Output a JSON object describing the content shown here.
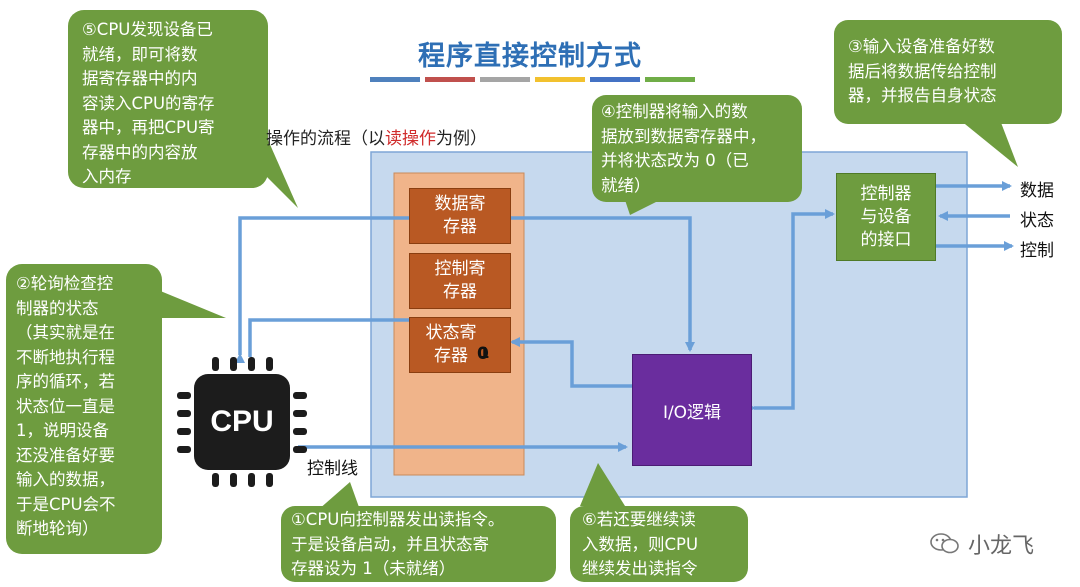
{
  "title": "程序直接控制方式",
  "title_bar_colors": [
    "#4f81bd",
    "#c0504d",
    "#a5a5a5",
    "#f2c12e",
    "#4472c4",
    "#70ad47"
  ],
  "subtitle": {
    "part1": "操作的流程（以",
    "highlight": "读操作",
    "part2": "为例）"
  },
  "registers": {
    "data": "数据寄\n存器",
    "control": "控制寄\n存器",
    "status": "状态寄\n存器",
    "status_value": "0",
    "status_value_old": "1"
  },
  "interface": "控制器\n与设备\n的接口",
  "io_logic": "I/O逻辑",
  "cpu_label": "CPU",
  "control_line_label": "控制线",
  "device_signals": [
    "数据",
    "状态",
    "控制"
  ],
  "callouts": {
    "c1": "①CPU向控制器发出读指令。\n于是设备启动，并且状态寄\n存器设为 1（未就绪）",
    "c2": "②轮询检查控\n制器的状态\n（其实就是在\n不断地执行程\n序的循环，若\n状态位一直是\n1，说明设备\n还没准备好要\n输入的数据，\n于是CPU会不\n断地轮询）",
    "c3": "③输入设备准备好数\n据后将数据传给控制\n器，并报告自身状态",
    "c4": "④控制器将输入的数\n据放到数据寄存器中，\n并将状态改为 0（已\n就绪）",
    "c5": "⑤CPU发现设备已\n就绪，即可将数\n据寄存器中的内\n容读入CPU的寄存\n器中，再把CPU寄\n存器中的内容放\n入内存",
    "c6": "⑥若还要继续读\n入数据，则CPU\n继续发出读指令"
  },
  "colors": {
    "callout_green": "#6e9c3f",
    "panel_blue": "#c6d9ee",
    "arrow_blue": "#6a9fd8",
    "register_orange": "#b95923",
    "column_tan": "#f0b48a",
    "io_purple": "#6a2d9e"
  },
  "watermark": "小龙飞"
}
